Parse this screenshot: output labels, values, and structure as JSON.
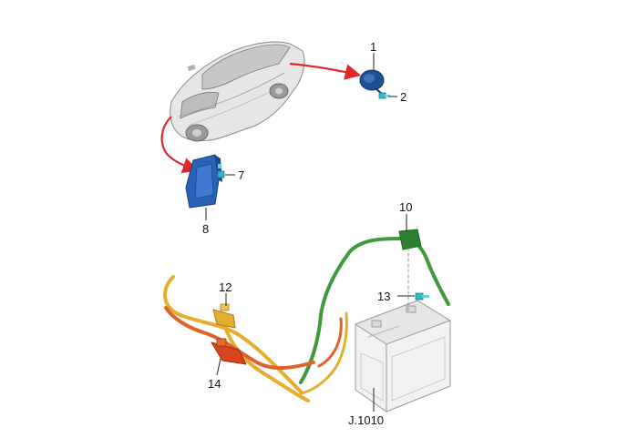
{
  "callouts": {
    "c1": "1",
    "c2": "2",
    "c7": "7",
    "c8": "8",
    "c10": "10",
    "c12": "12",
    "c13": "13",
    "c14": "14",
    "battery": "J.1010"
  },
  "colors": {
    "arrow": "#e0282b",
    "car_fill": "#e6e6e6",
    "car_stroke": "#8a8a8a",
    "horn_blue": "#1f4f8f",
    "bracket_blue": "#2a62b8",
    "bolt_cyan": "#33b7c7",
    "cable_green": "#3f9a3b",
    "cable_green_dark": "#1f6a28",
    "cable_yellow": "#e6ad2e",
    "cable_orange": "#e0622a",
    "cable_red": "#d8441e",
    "battery_fill": "#f2f2f2",
    "battery_stroke": "#9a9a9a"
  },
  "icons": [
    "car-icon",
    "horn-icon",
    "bolt-icon",
    "bracket-icon",
    "battery-icon",
    "cable-harness-icon"
  ]
}
